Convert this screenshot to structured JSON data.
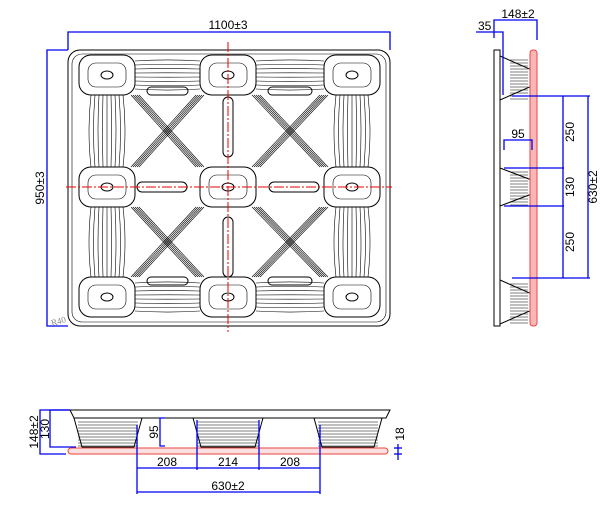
{
  "top_view": {
    "width_dim": "1100±3",
    "height_dim": "950±3",
    "corner_radius": "R40"
  },
  "side_view": {
    "height_dim": "148±2",
    "deck_dim": "35",
    "leg_dim": "95",
    "span1": "250",
    "block": "130",
    "span2": "250",
    "total": "630±2"
  },
  "front_view": {
    "height_dim": "148±2",
    "leg_height": "130",
    "leg_depth": "95",
    "base_thickness": "18",
    "span1": "208",
    "span2": "214",
    "span3": "208",
    "total": "630±2"
  },
  "colors": {
    "dimension": "#0000ee",
    "centerline": "#ee0000",
    "outline": "#000000"
  }
}
